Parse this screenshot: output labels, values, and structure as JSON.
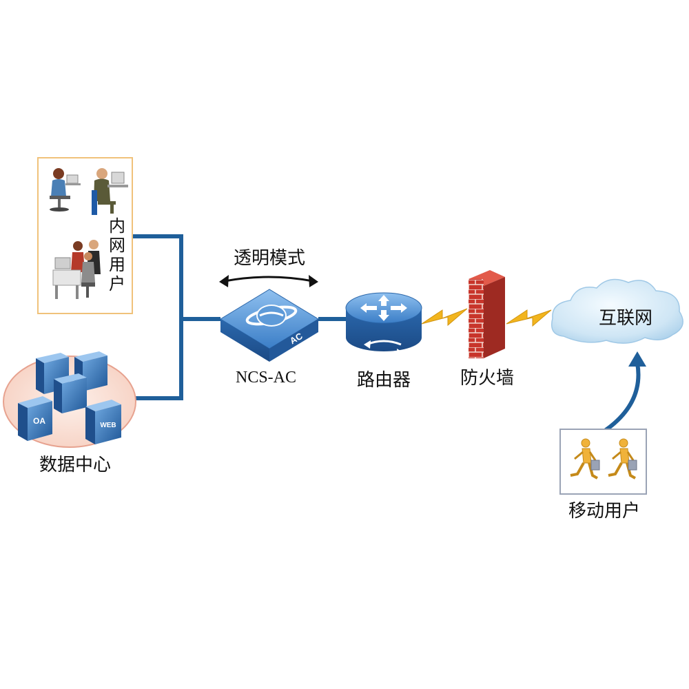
{
  "labels": {
    "intranet_users": [
      "内",
      "网",
      "用",
      "户"
    ],
    "data_center": "数据中心",
    "transparent_mode": "透明模式",
    "ncs_ac": "NCS-AC",
    "ac_badge": "AC",
    "router": "路由器",
    "firewall": "防火墙",
    "internet": "互联网",
    "mobile_users": "移动用户",
    "server_oa": "OA",
    "server_web": "WEB"
  },
  "colors": {
    "link": "#1f5f9a",
    "device_blue": "#2d6db5",
    "device_light": "#6fa8e0",
    "firewall_red": "#c8352b",
    "lightning": "#f2b51e",
    "cloud": "#cfe6f5",
    "datacenter_fill": "#f8dcd0",
    "datacenter_border": "#e7a28f",
    "user_box_border": "#f0c27a",
    "mobile_box_border": "#9aa3b5",
    "mobile_figure": "#f0b23a"
  },
  "icons": {
    "intranet": "office-workers-icon",
    "datacenter": "server-cluster-icon",
    "ncs_ac": "access-controller-icon",
    "router": "router-icon",
    "firewall": "brick-wall-icon",
    "internet": "cloud-icon",
    "mobile": "running-businessman-icon"
  }
}
